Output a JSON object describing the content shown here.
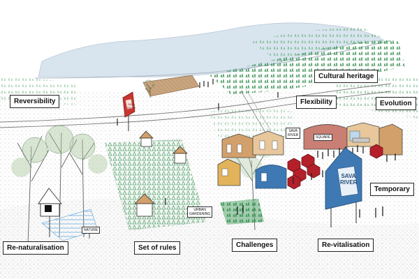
{
  "labels": {
    "reversibility": "Reversibility",
    "cultural_heritage": "Cultural heritage",
    "flexibility": "Flexibility",
    "evolution": "Evolution",
    "temporary": "Temporary",
    "re_naturalisation": "Re-naturalisation",
    "set_of_rules": "Set of rules",
    "challenges": "Challenges",
    "re_vitalisation": "Re-vitalisation"
  },
  "signs": {
    "nature": "NATURE",
    "urban_gardening_line1": "URBAN",
    "urban_gardening_line2": "GARDENING",
    "sava_river_line1": "SAVA",
    "sava_river_line2": "RIVER",
    "small_sign_line1": "SAVA",
    "small_sign_line2": "RIVER",
    "square": "SQUARE",
    "billboard_line1": "SAVA",
    "billboard_line2": "RIVER"
  },
  "colors": {
    "river": "#d8e4ee",
    "vegetation": "#3f9d5a",
    "deck": "#c9a57f",
    "red_sign": "#c8362f",
    "blue_pavilion": "#3f79b4",
    "yellow_pavilion": "#e2b35a",
    "wood": "#d2a06b",
    "rose_pavilion": "#c97f73",
    "red_umbrella": "#b3202a"
  }
}
